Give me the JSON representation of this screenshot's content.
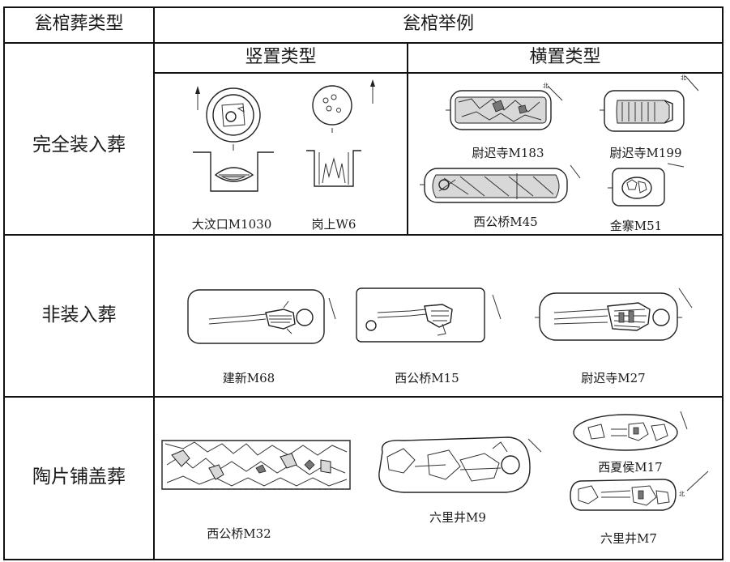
{
  "table": {
    "col_header_type": "瓮棺葬类型",
    "col_header_examples": "瓮棺举例",
    "sub_header_vertical": "竖置类型",
    "sub_header_horizontal": "横置类型",
    "rows": [
      {
        "type": "完全装入葬"
      },
      {
        "type": "非装入葬"
      },
      {
        "type": "陶片铺盖葬"
      }
    ]
  },
  "captions": {
    "dawenkou": "大汶口M1030",
    "gangshang": "岗上W6",
    "weichisi183": "尉迟寺M183",
    "weichisi199": "尉迟寺M199",
    "xigongqiao45": "西公桥M45",
    "jinzhai": "金寨M51",
    "jianxin": "建新M68",
    "xigongqiao15": "西公桥M15",
    "weichisi27": "尉迟寺M27",
    "xigongqiao32": "西公桥M32",
    "liulijing9": "六里井M9",
    "xixiahou": "西夏侯M17",
    "liulijing7": "六里井M7"
  },
  "icons": [
    "north-arrow-icon",
    "burial-drawing-icon",
    "skeleton-icon",
    "urn-icon"
  ]
}
